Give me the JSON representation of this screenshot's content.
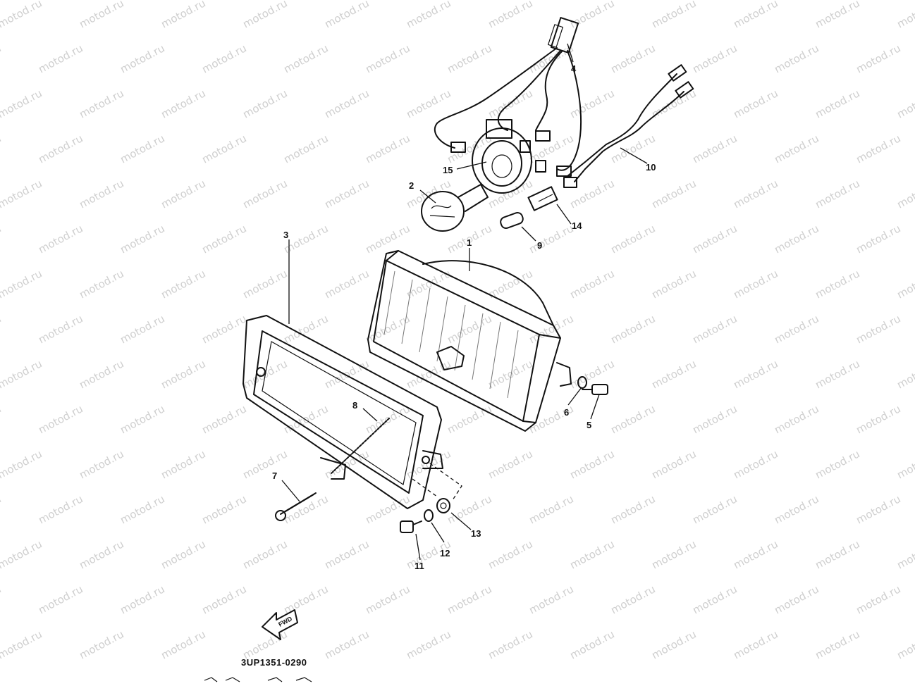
{
  "diagram": {
    "part_number_code": "3UP1351-0290",
    "watermark_text": "motod.ru",
    "fwd_label": "FWD",
    "callouts": [
      {
        "id": "1",
        "label": "1"
      },
      {
        "id": "2",
        "label": "2"
      },
      {
        "id": "3",
        "label": "3"
      },
      {
        "id": "4",
        "label": "4"
      },
      {
        "id": "5",
        "label": "5"
      },
      {
        "id": "6",
        "label": "6"
      },
      {
        "id": "7",
        "label": "7"
      },
      {
        "id": "8",
        "label": "8"
      },
      {
        "id": "9",
        "label": "9"
      },
      {
        "id": "10",
        "label": "10"
      },
      {
        "id": "11",
        "label": "11"
      },
      {
        "id": "12",
        "label": "12"
      },
      {
        "id": "13",
        "label": "13"
      },
      {
        "id": "14",
        "label": "14"
      },
      {
        "id": "15",
        "label": "15"
      }
    ]
  }
}
